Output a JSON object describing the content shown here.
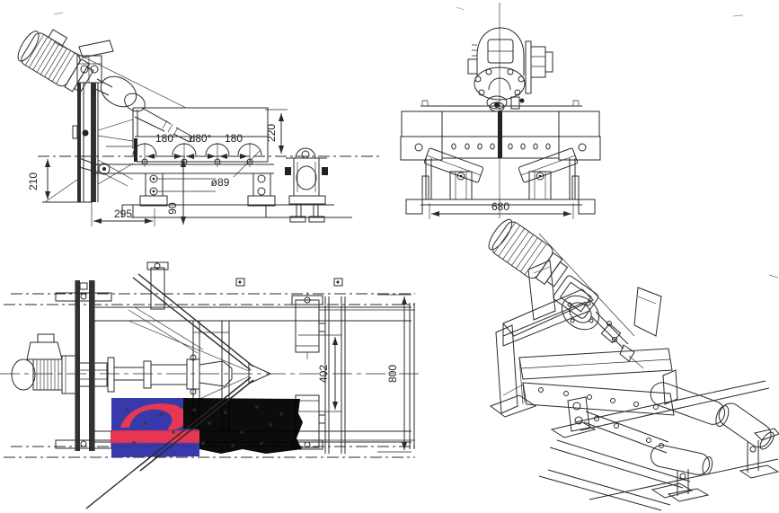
{
  "drawing": {
    "views": {
      "side": {
        "dims": {
          "height": "210",
          "base": "295",
          "drop": "90",
          "pitch_left": "180",
          "pitch_mid": "d80°",
          "pitch_right": "180",
          "trough": "220",
          "roller_dia": "ø89"
        }
      },
      "front": {
        "dims": {
          "overall_width": "680"
        }
      },
      "plan": {
        "dims": {
          "blade_span": "402",
          "overall_length": "800"
        }
      }
    },
    "watermark": {
      "blue": "#2e2fa6",
      "red": "#e52e49",
      "black": "#000000"
    }
  }
}
